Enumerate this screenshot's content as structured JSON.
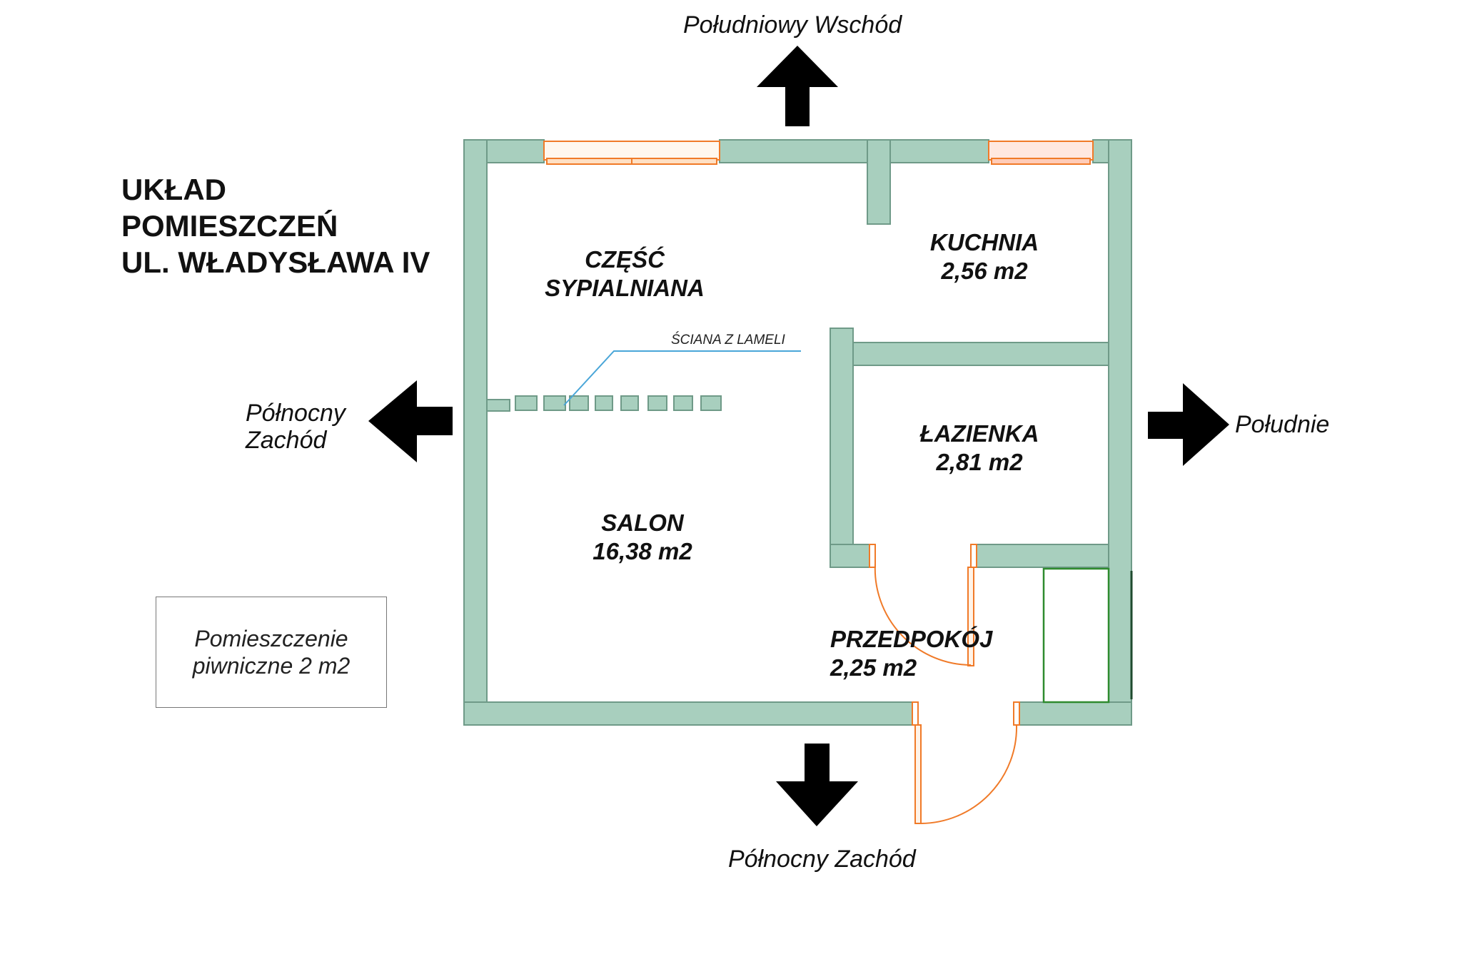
{
  "title": {
    "line1": "UKŁAD",
    "line2": "POMIESZCZEŃ",
    "line3": "UL. WŁADYSŁAWA IV"
  },
  "directions": {
    "top": "Południowy Wschód",
    "left_line1": "Północny",
    "left_line2": "Zachód",
    "right": "Południe",
    "bottom": "Północny Zachód"
  },
  "rooms": {
    "sleeping": {
      "line1": "CZĘŚĆ",
      "line2": "SYPIALNIANA"
    },
    "kitchen": {
      "name": "KUCHNIA",
      "area": "2,56 m2"
    },
    "bathroom": {
      "name": "ŁAZIENKA",
      "area": "2,81 m2"
    },
    "living": {
      "name": "SALON",
      "area": "16,38 m2"
    },
    "hallway": {
      "name": "PRZEDPOKÓJ",
      "area": "2,25 m2"
    }
  },
  "lamella_wall_label": "ŚCIANA Z LAMELI",
  "basement": {
    "line1": "Pomieszczenie",
    "line2": "piwniczne 2 m2"
  },
  "colors": {
    "wall": "#a8cfbe",
    "wall_outline": "#6f9a88",
    "window_frame": "#f07a28",
    "door": "#f07a28",
    "cabinet": "#2e8b2e",
    "arrow": "#000000",
    "leader_line": "#4aa6d8"
  }
}
